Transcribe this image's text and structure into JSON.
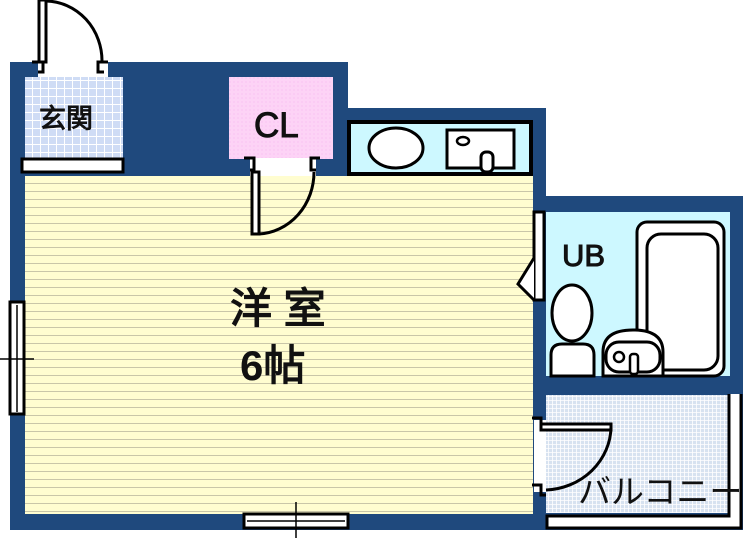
{
  "plan": {
    "title": "Floor plan - 1R",
    "colors": {
      "wall": "#1f497d",
      "room_floor": "#fffdd0",
      "room_lines": "#c9c6a8",
      "entrance_floor": "#cfdcf5",
      "closet_floor": "#fdd3f6",
      "wet_area": "#cdf8ff",
      "balcony_floor": "#d7e2f0",
      "fixture_outline": "#000000"
    }
  },
  "rooms": {
    "entrance": {
      "label": "玄関"
    },
    "closet": {
      "label": "CL"
    },
    "main": {
      "label_line1": "洋 室",
      "label_line2": "6帖"
    },
    "bath": {
      "label": "UB"
    },
    "balcony": {
      "label": "バルコニー"
    }
  }
}
